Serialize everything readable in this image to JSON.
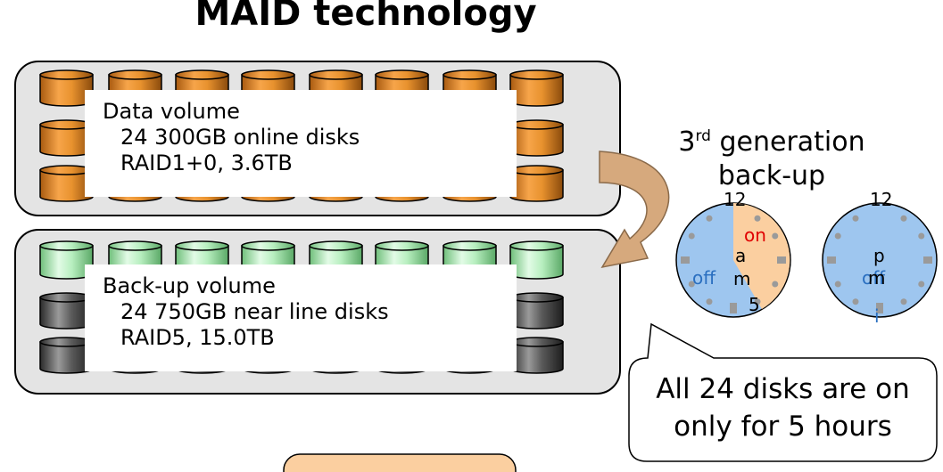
{
  "title": "MAID technology",
  "data_volume": {
    "heading": "Data volume",
    "line1": "24 300GB online disks",
    "line2": "RAID1+0, 3.6TB"
  },
  "backup_volume": {
    "heading": "Back-up volume",
    "line1": "24 750GB near line disks",
    "line2": "RAID5, 15.0TB"
  },
  "generation": {
    "line1_num": "3",
    "line1_sup": "rd",
    "line1_rest": " generation",
    "line2": "back-up"
  },
  "clock_am": {
    "top": "12",
    "letter1": "a",
    "letter2": "m",
    "on_label": "on",
    "off_label": "off",
    "bottom": "5"
  },
  "clock_pm": {
    "top": "12",
    "letter1": "p",
    "letter2": "m",
    "off_label": "off",
    "trailing": "i"
  },
  "callout": {
    "line1": "All 24 disks are on",
    "line2": "only for 5 hours"
  },
  "colors": {
    "online_disk": "#e8922e",
    "backup_top_row": "#b8efc0",
    "backup_disk": "#5a5a5a",
    "panel": "#e4e4e4",
    "clock_face": "#9ec6ef",
    "on_wedge": "#fbcfa0",
    "arrow": "#d6a97d",
    "on_text": "#e00000",
    "off_text": "#2a6fc0"
  }
}
